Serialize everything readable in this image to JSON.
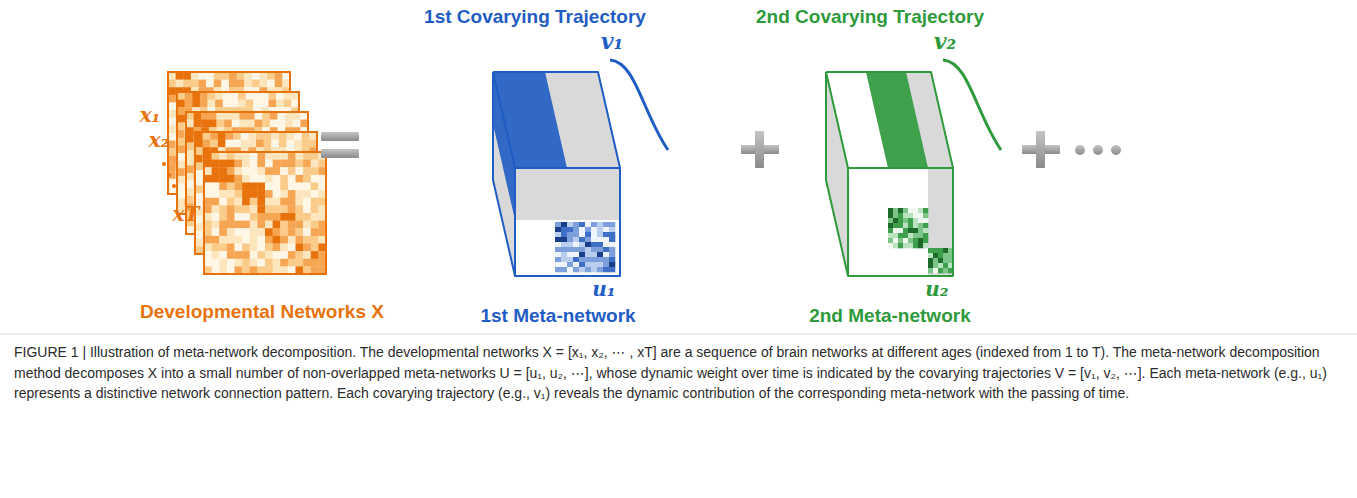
{
  "diagram": {
    "caption": "FIGURE 1 | Illustration of meta-network decomposition. The developmental networks X = [x₁, x₂, ⋯ , xT] are a sequence of brain networks at different ages (indexed from 1 to T). The meta-network decomposition method decomposes X into a small number of non-overlapped meta-networks U = [u₁, u₂, ⋯], whose dynamic weight over time is indicated by the covarying trajectories V = [v₁, v₂, ⋯]. Each meta-network (e.g., u₁) represents a distinctive network connection pattern. Each covarying trajectory (e.g., v₁) reveals the dynamic contribution of the corresponding meta-network with the passing of time.",
    "labels": [
      "1st Covarying Trajectory",
      "2nd Covarying Trajectory",
      "v₁",
      "v₂",
      "x₁",
      "x₂",
      "xT",
      "u₁",
      "u₂",
      "Developmental Networks X",
      "1st Meta-network",
      "2nd Meta-network"
    ]
  }
}
